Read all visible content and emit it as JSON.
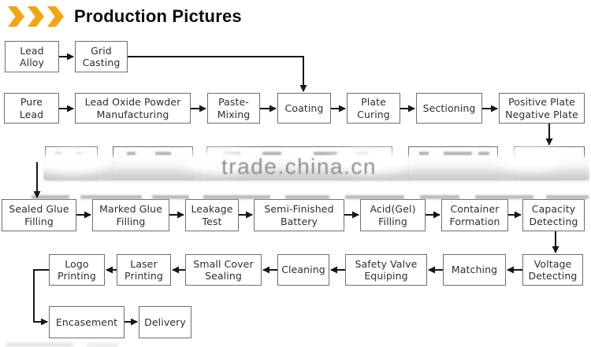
{
  "header": {
    "title": "Production Pictures"
  },
  "watermark": {
    "text": "trade.china.cn"
  },
  "colors": {
    "accent_chevron": "#F1A512",
    "box_border": "#6f6f6f",
    "arrow": "#161616",
    "watermark_text": "#8f8f8f"
  },
  "flow": {
    "row1": [
      {
        "label": "Lead\nAlloy"
      },
      {
        "label": "Grid\nCasting"
      }
    ],
    "row2": [
      {
        "label": "Pure\nLead"
      },
      {
        "label": "Lead Oxide Powder\nManufacturing"
      },
      {
        "label": "Paste-\nMixing"
      },
      {
        "label": "Coating"
      },
      {
        "label": "Plate\nCuring"
      },
      {
        "label": "Sectioning"
      },
      {
        "label": "Positive Plate\nNegative Plate"
      }
    ],
    "row3": [
      {
        "label": "",
        "obscured": true
      },
      {
        "label": "",
        "obscured": true
      },
      {
        "label": "",
        "obscured": true
      },
      {
        "label": "",
        "obscured": true
      },
      {
        "label": "",
        "obscured": true
      }
    ],
    "row4": [
      {
        "label": "Sealed Glue\nFilling"
      },
      {
        "label": "Marked Glue\nFilling"
      },
      {
        "label": "Leakage\nTest"
      },
      {
        "label": "Semi-Finished\nBattery"
      },
      {
        "label": "Acid(Gel)\nFilling"
      },
      {
        "label": "Container\nFormation"
      },
      {
        "label": "Capacity\nDetecting"
      }
    ],
    "row5": [
      {
        "label": "Voltage\nDetecting"
      },
      {
        "label": "Matching"
      },
      {
        "label": "Safety Valve\nEquiping"
      },
      {
        "label": "Cleaning"
      },
      {
        "label": "Small Cover\nSealing"
      },
      {
        "label": "Laser\nPrinting"
      },
      {
        "label": "Logo\nPrinting"
      }
    ],
    "row6": [
      {
        "label": "Encasement"
      },
      {
        "label": "Delivery"
      }
    ]
  }
}
